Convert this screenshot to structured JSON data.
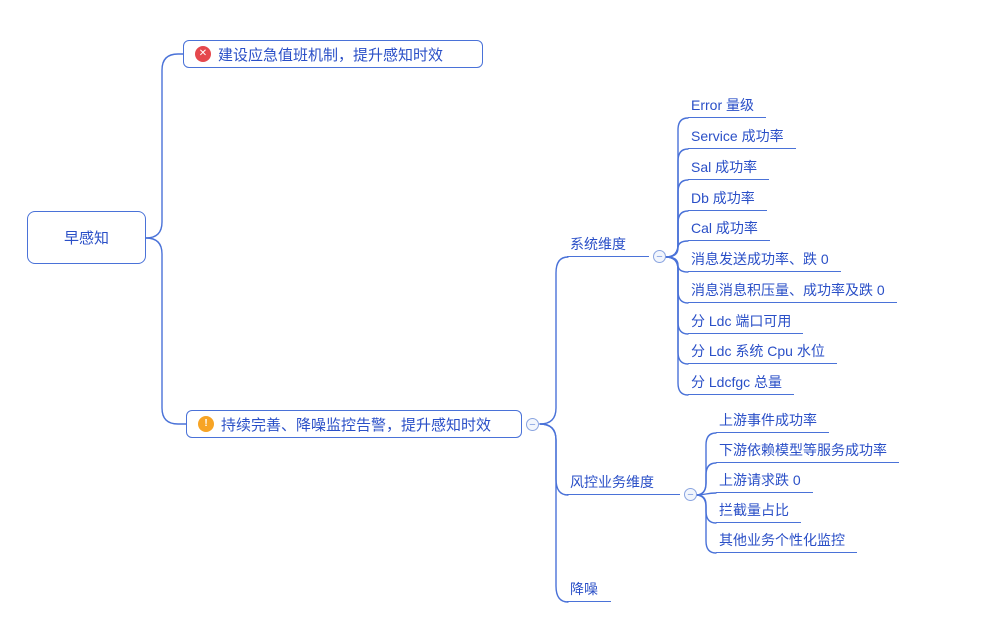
{
  "colors": {
    "accent_text": "#2a4fc7",
    "line": "#4a72d8",
    "error_badge": "#e5484d",
    "warning_badge": "#f7a425",
    "collapse_icon": "#7d9ae0"
  },
  "icons": {
    "collapse_glyph": "−",
    "error_glyph": "✕",
    "warning_glyph": "!"
  },
  "mindmap": {
    "root": {
      "label": "早感知"
    },
    "branches": [
      {
        "label": "建设应急值班机制，提升感知时效"
      },
      {
        "label": "持续完善、降噪监控告警，提升感知时效"
      }
    ],
    "topics": [
      {
        "label": "系统维度",
        "children": [
          {
            "label": "Error 量级"
          },
          {
            "label": "Service 成功率"
          },
          {
            "label": "Sal 成功率"
          },
          {
            "label": "Db 成功率"
          },
          {
            "label": "Cal 成功率"
          },
          {
            "label": "消息发送成功率、跌 0"
          },
          {
            "label": "消息消息积压量、成功率及跌 0"
          },
          {
            "label": "分 Ldc 端口可用"
          },
          {
            "label": "分 Ldc 系统 Cpu 水位"
          },
          {
            "label": "分 Ldcfgc 总量"
          }
        ]
      },
      {
        "label": "风控业务维度",
        "children": [
          {
            "label": "上游事件成功率"
          },
          {
            "label": "下游依赖模型等服务成功率"
          },
          {
            "label": "上游请求跌 0"
          },
          {
            "label": "拦截量占比"
          },
          {
            "label": "其他业务个性化监控"
          }
        ]
      },
      {
        "label": "降噪",
        "children": []
      }
    ]
  }
}
